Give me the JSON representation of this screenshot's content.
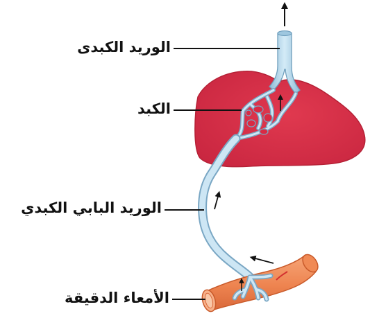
{
  "labels": {
    "hepatic_vein": "الوريد الكبدى",
    "liver": "الكبد",
    "portal_vein": "الوريد البابي الكبدي",
    "small_intestine": "الأمعاء الدقيقة"
  },
  "colors": {
    "liver": "#d9304a",
    "liver_edge": "#b52136",
    "vein": "#b5d8ec",
    "vein_edge": "#7aa7c4",
    "intestine": "#f08a55",
    "intestine_dark": "#c95a2a",
    "intestine_inner": "#f7b089",
    "arrow": "#111111",
    "leader_line": "#111111"
  }
}
